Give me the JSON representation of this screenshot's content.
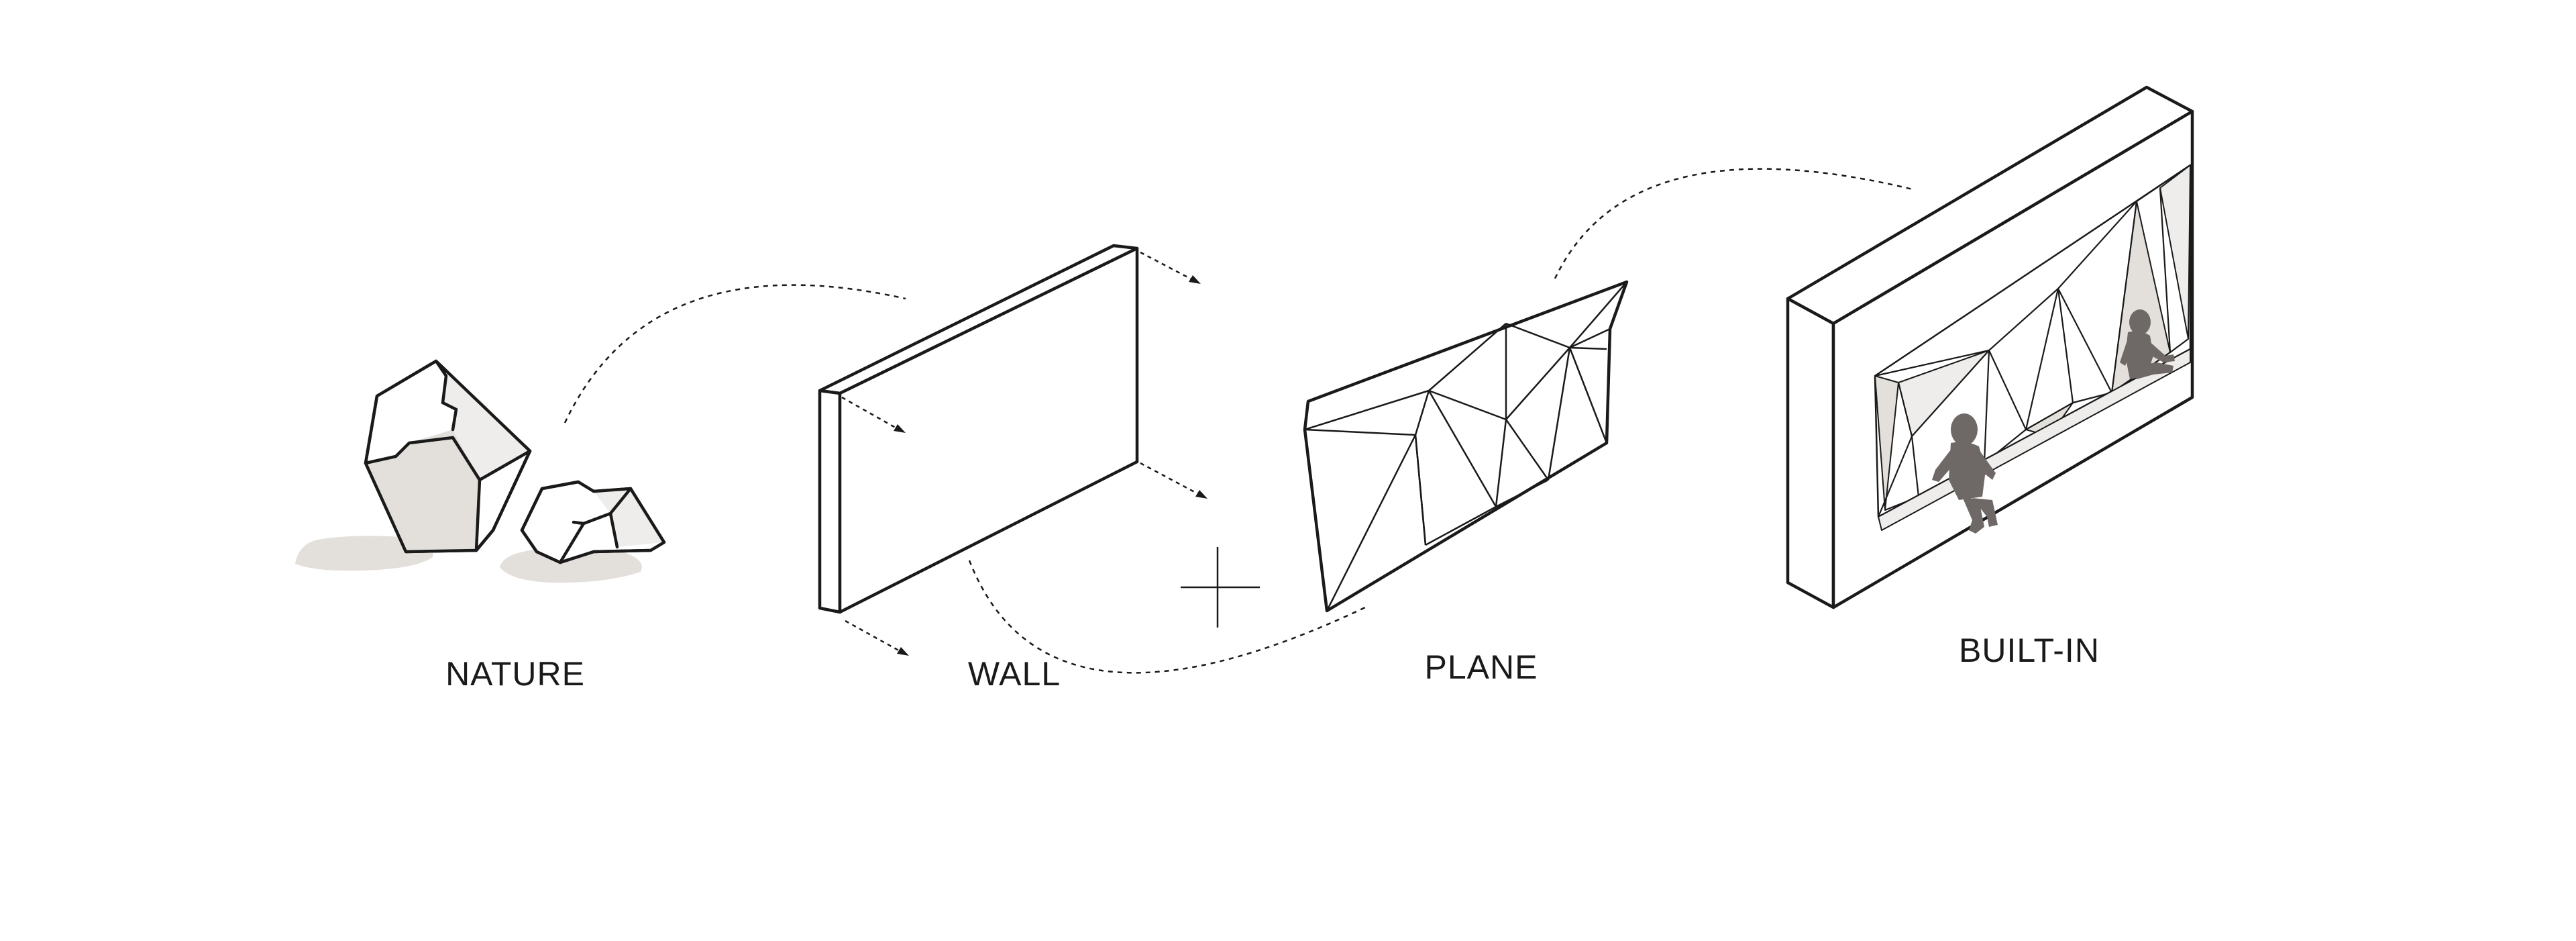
{
  "stages": [
    {
      "id": "nature",
      "label": "NATURE"
    },
    {
      "id": "wall",
      "label": "WALL"
    },
    {
      "id": "plane",
      "label": "PLANE"
    },
    {
      "id": "builtin",
      "label": "BUILT-IN"
    }
  ],
  "colors": {
    "line": "#1a1a1a",
    "shade": "#e3e0dc",
    "light_shade": "#efedeb",
    "figure": "#6e6866"
  },
  "icons": [
    "rock-icon",
    "wall-slab-icon",
    "triangulated-plane-icon",
    "plus-icon",
    "built-in-wall-icon",
    "person-silhouette-icon"
  ]
}
